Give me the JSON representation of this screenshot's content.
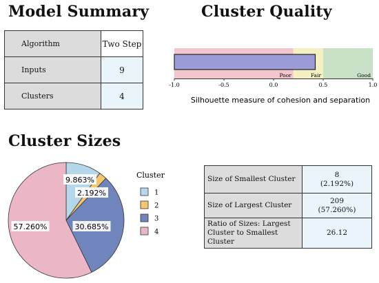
{
  "headings": {
    "model_summary": "Model Summary",
    "cluster_quality": "Cluster Quality",
    "cluster_sizes": "Cluster Sizes"
  },
  "model_summary": {
    "header": "Two Step",
    "rows": [
      {
        "label": "Algorithm",
        "value": ""
      },
      {
        "label": "Inputs",
        "value": "9"
      },
      {
        "label": "Clusters",
        "value": "4"
      }
    ]
  },
  "chart_data": [
    {
      "type": "bar",
      "orientation": "horizontal",
      "value": 0.42,
      "xlim": [
        -1.0,
        1.0
      ],
      "ticks": [
        "-1.0",
        "-0.5",
        "0.0",
        "0.5",
        "1.0"
      ],
      "tick_values": [
        -1.0,
        -0.5,
        0.0,
        0.5,
        1.0
      ],
      "zones": [
        {
          "label": "Poor",
          "from": -1.0,
          "to": 0.2,
          "color": "#f3c6cc"
        },
        {
          "label": "Fair",
          "from": 0.2,
          "to": 0.5,
          "color": "#f4f0c2"
        },
        {
          "label": "Good",
          "from": 0.5,
          "to": 1.0,
          "color": "#c9e2c7"
        }
      ],
      "bar_color": "#9b9cd8",
      "xlabel": "Silhouette measure of cohesion and separation"
    },
    {
      "type": "pie",
      "legend_title": "Cluster",
      "slices": [
        {
          "name": "1",
          "value": 9.863,
          "label": "9.863%",
          "color": "#b4d8ea"
        },
        {
          "name": "2",
          "value": 2.192,
          "label": "2.192%",
          "color": "#f4c66e"
        },
        {
          "name": "3",
          "value": 30.685,
          "label": "30.685%",
          "color": "#6f85bb"
        },
        {
          "name": "4",
          "value": 57.26,
          "label": "57.260%",
          "color": "#ebb7c6"
        }
      ]
    }
  ],
  "size_table": {
    "rows": [
      {
        "label": "Size of Smallest Cluster",
        "value": "8",
        "sub": "(2.192%)"
      },
      {
        "label": "Size of Largest Cluster",
        "value": "209",
        "sub": "(57.260%)"
      },
      {
        "label": "Ratio of Sizes: Largest Cluster to Smallest Cluster",
        "value": "26.12",
        "sub": ""
      }
    ]
  }
}
